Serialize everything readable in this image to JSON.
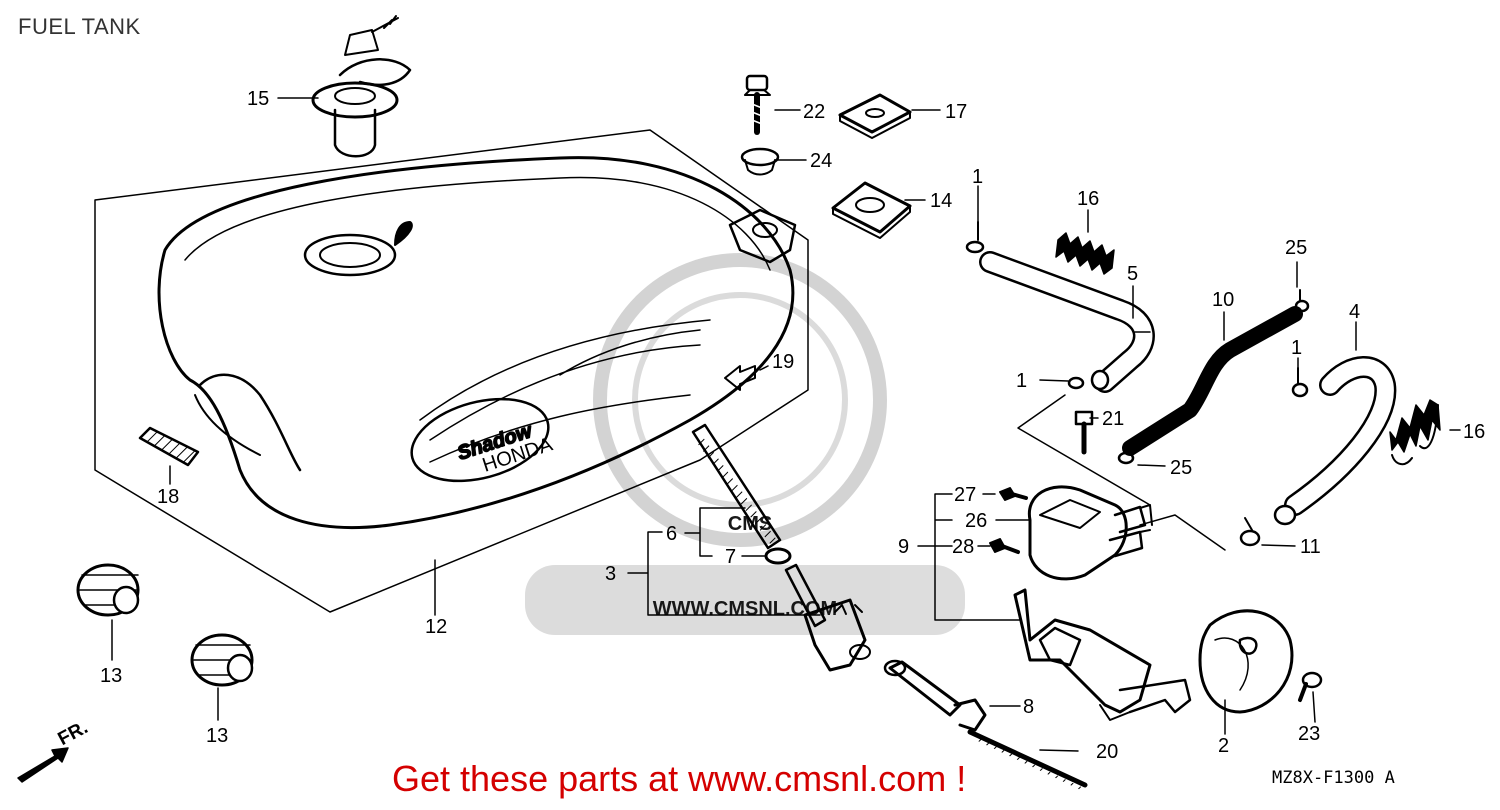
{
  "header": {
    "title": "FUEL TANK"
  },
  "watermark": {
    "brand": "CMS",
    "url": "WWW.CMSNL.COM"
  },
  "footer": {
    "promo": "Get these parts at www.cmsnl.com !",
    "diagram_code": "MZ8X-F1300 A",
    "front_marker": "FR."
  },
  "tank_badge": {
    "text": "Shadow",
    "subtext": "HONDA"
  },
  "callouts": {
    "c1a": "1",
    "c1b": "1",
    "c1c": "1",
    "c2": "2",
    "c3": "3",
    "c4": "4",
    "c5": "5",
    "c6": "6",
    "c7": "7",
    "c8": "8",
    "c9": "9",
    "c10": "10",
    "c11": "11",
    "c12": "12",
    "c13a": "13",
    "c13b": "13",
    "c14": "14",
    "c15": "15",
    "c16a": "16",
    "c16b": "16",
    "c17": "17",
    "c18": "18",
    "c19": "19",
    "c20": "20",
    "c21": "21",
    "c22": "22",
    "c23": "23",
    "c24": "24",
    "c25a": "25",
    "c25b": "25",
    "c26": "26",
    "c27": "27",
    "c28": "28"
  },
  "colors": {
    "line": "#000000",
    "promo": "#d40000",
    "watermark": "#c8c8c8"
  }
}
